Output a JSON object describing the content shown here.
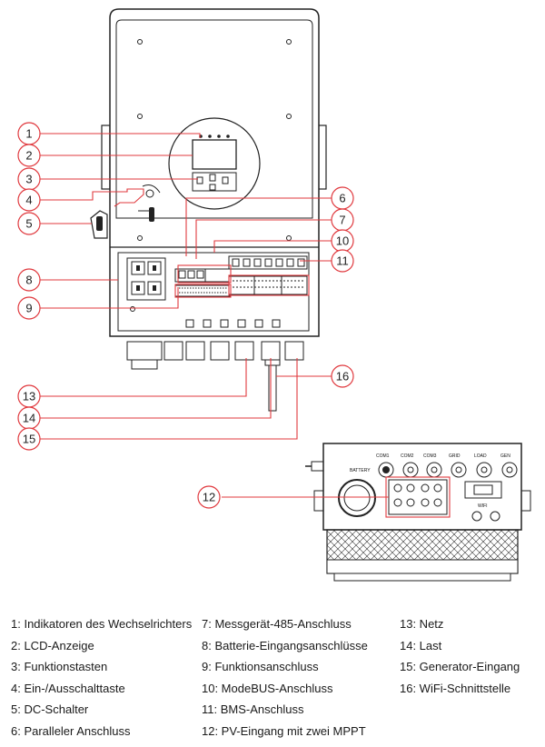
{
  "callouts": [
    "1",
    "2",
    "3",
    "4",
    "5",
    "6",
    "7",
    "8",
    "9",
    "10",
    "11",
    "12",
    "13",
    "14",
    "15",
    "16"
  ],
  "side_view": {
    "ports": [
      "COM1",
      "COM2",
      "COM3",
      "GRID",
      "LOAD",
      "GEN"
    ],
    "battery_label": "BATTERY",
    "wifi_label": "WIFI"
  },
  "legend": {
    "col1": [
      "1: Indikatoren des Wechselrichters",
      "2: LCD-Anzeige",
      "3: Funktionstasten",
      "4: Ein-/Ausschalttaste",
      "5: DC-Schalter",
      "6: Paralleler Anschluss"
    ],
    "col2": [
      "7: Messgerät-485-Anschluss",
      "8: Batterie-Eingangsanschlüsse",
      "9: Funktionsanschluss",
      "10: ModeBUS-Anschluss",
      "11: BMS-Anschluss",
      "12: PV-Eingang mit zwei MPPT"
    ],
    "col3": [
      "13: Netz",
      "14: Last",
      "15: Generator-Eingang",
      "16: WiFi-Schnittstelle"
    ]
  },
  "colors": {
    "callout": "#e0393e",
    "line": "#222222"
  }
}
